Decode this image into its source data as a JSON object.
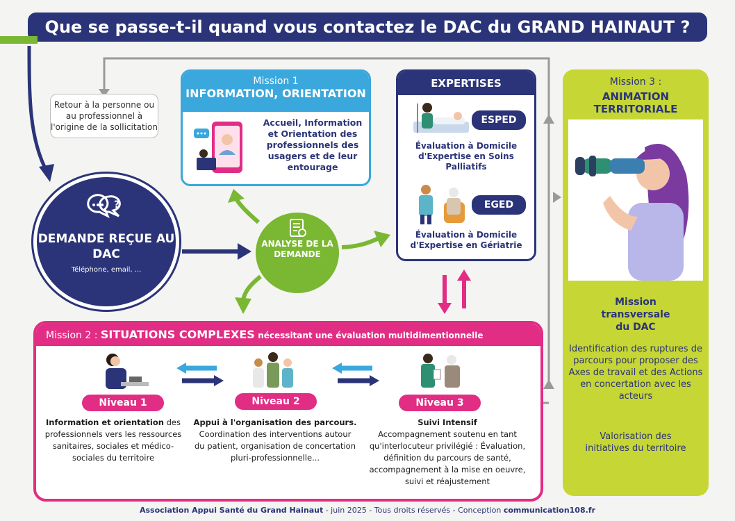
{
  "header": {
    "title": "Que se passe-t-il quand vous contactez le DAC du GRAND HAINAUT ?"
  },
  "return_box": {
    "text": "Retour à la personne ou au professionnel à l'origine de la sollicitation"
  },
  "demande": {
    "title": "DEMANDE REÇUE AU DAC",
    "subtitle": "Téléphone, email, ..."
  },
  "analyse": {
    "label": "ANALYSE DE LA DEMANDE"
  },
  "mission1": {
    "sup": "Mission 1",
    "title": "INFORMATION, ORIENTATION",
    "text": "Accueil, Information et Orientation des professionnels des usagers et de leur entourage"
  },
  "expertises": {
    "title": "EXPERTISES",
    "esped": {
      "label": "ESPED",
      "text": "Évaluation à Domicile d'Expertise en Soins Palliatifs"
    },
    "eged": {
      "label": "EGED",
      "text": "Évaluation à Domicile d'Expertise en Gériatrie"
    }
  },
  "mission3": {
    "sup": "Mission 3 :",
    "title": "ANIMATION TERRITORIALE",
    "transversal": "Mission transversale du DAC",
    "body": "Identification des ruptures de parcours pour proposer des Axes de travail et des Actions en concertation avec les acteurs",
    "body2": "Valorisation des initiatives du territoire"
  },
  "mission2": {
    "prefix": "Mission 2 :",
    "title": "SITUATIONS COMPLEXES",
    "suffix": "nécessitant une évaluation multidimentionnelle",
    "levels": [
      {
        "label": "Niveau 1",
        "bold": "Information et orientation",
        "text": " des professionnels vers les ressources sanitaires, sociales et médico-sociales du territoire"
      },
      {
        "label": "Niveau 2",
        "bold": "Appui à l'organisation des parcours.",
        "text": "Coordination des interventions autour du patient, organisation de concertation pluri-professionnelle..."
      },
      {
        "label": "Niveau 3",
        "bold": "Suivi Intensif",
        "text": "Accompagnement soutenu en tant qu'interlocuteur privilégié : Évaluation, définition du parcours de santé, accompagnement à la mise en oeuvre, suivi et réajustement"
      }
    ]
  },
  "footer": {
    "org": "Association Appui Santé du Grand Hainaut",
    "meta": " - juin 2025 - Tous droits réservés - Conception ",
    "site": "communication108.fr"
  },
  "colors": {
    "navy": "#2b3478",
    "green": "#7ab733",
    "cyan": "#3aa8dc",
    "pink": "#e12d84",
    "lime": "#c6d634"
  },
  "icons": [
    "chat-bubbles-icon",
    "checklist-icon",
    "video-call-icon",
    "nurse-patient-icon",
    "doctor-elderly-icon",
    "binoculars-woman-icon",
    "phone-operator-icon",
    "team-icon",
    "consultation-icon"
  ]
}
